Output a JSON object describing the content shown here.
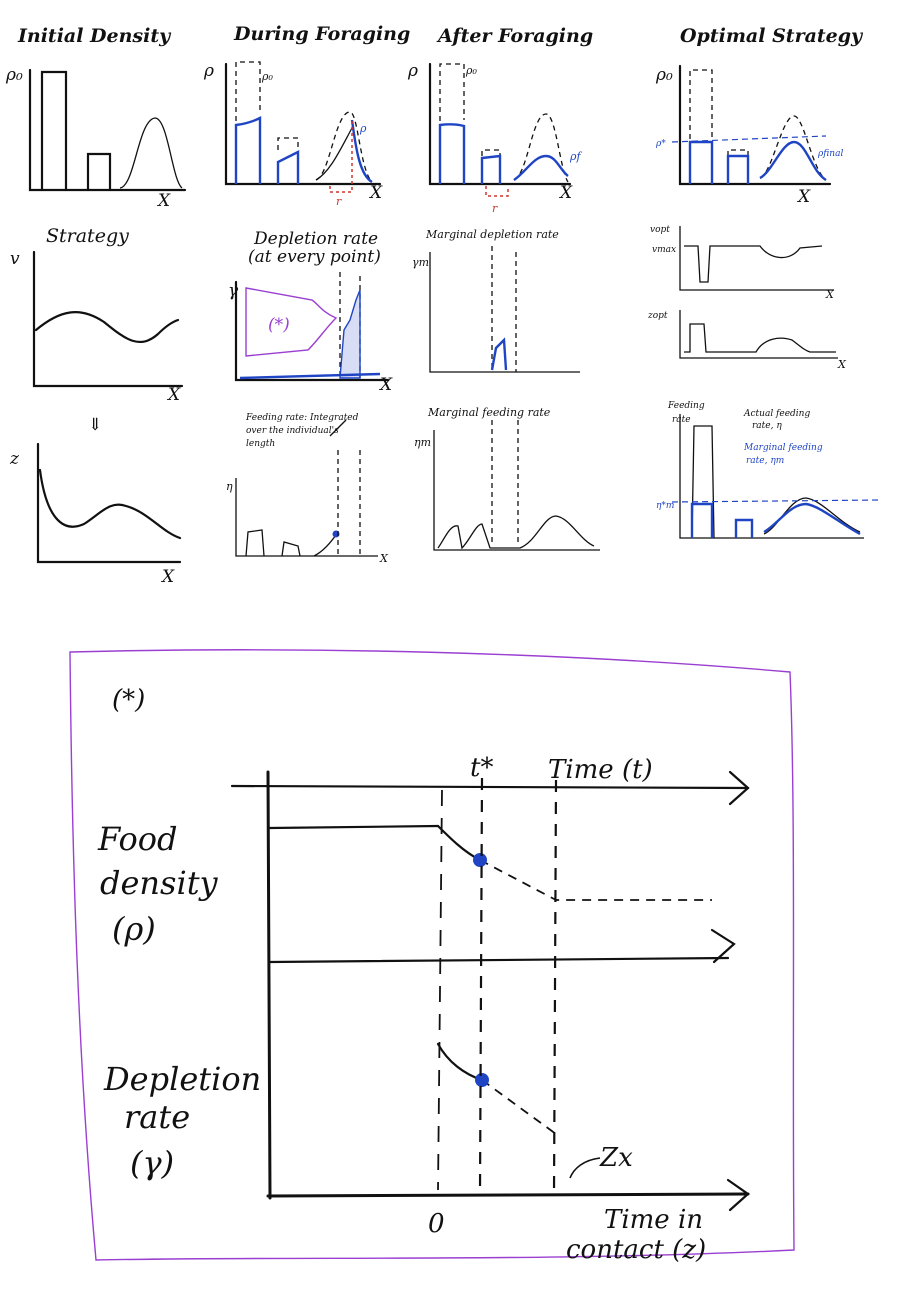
{
  "row1": {
    "titles": [
      "Initial Density",
      "During Foraging",
      "After Foraging",
      "Optimal Strategy"
    ],
    "rho0": "ρ₀",
    "rho": "ρ",
    "rho_f": "ρf",
    "rho_final": "ρfinal",
    "rho_star": "ρ*",
    "r_label": "r",
    "x_label": "X"
  },
  "row2": {
    "strategy_title": "Strategy",
    "v_axis": "v",
    "depletion_title_1": "Depletion rate",
    "depletion_title_2": "(at every point)",
    "gamma_axis": "γ",
    "star_label": "(*)",
    "marginal_depletion_title": "Marginal depletion rate",
    "gamma_m_axis": "γm",
    "v_opt": "vopt",
    "v_max": "vmax",
    "z_opt": "zopt",
    "x_label": "X"
  },
  "row3": {
    "arrow": "⇓",
    "z_axis": "z",
    "feeding_rate_title_1": "Feeding rate: Integrated",
    "feeding_rate_title_2": "over the individual's",
    "feeding_rate_title_3": "length",
    "eta_axis": "η",
    "marginal_feeding_title": "Marginal feeding rate",
    "eta_m_axis": "ηm",
    "feeding_rate_axis_1": "Feeding",
    "feeding_rate_axis_2": "rate",
    "actual_feeding_1": "Actual feeding",
    "actual_feeding_2": "rate, η",
    "marginal_feeding_1": "Marginal feeding",
    "marginal_feeding_2": "rate, ηm",
    "eta_star": "η*m",
    "x_label": "X"
  },
  "inset": {
    "marker": "(*)",
    "t_star": "t*",
    "time_axis": "Time (t)",
    "food_density_1": "Food",
    "food_density_2": "density",
    "food_density_3": "(ρ)",
    "depletion_1": "Depletion",
    "depletion_2": "rate",
    "depletion_3": "(γ)",
    "zero": "0",
    "z_x": "Zx",
    "contact_1": "Time in",
    "contact_2": "contact (z)",
    "accent_blue": "#1f45c4",
    "accent_purple": "#9b3fd1"
  }
}
